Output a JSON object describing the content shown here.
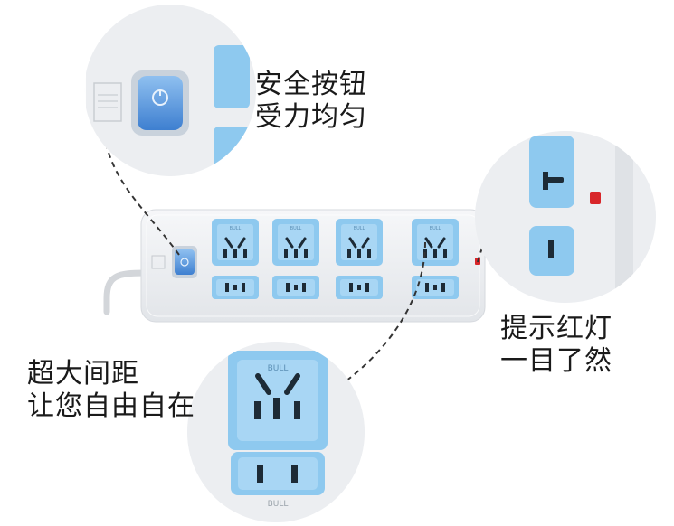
{
  "captions": {
    "safety_button": {
      "line1": "安全按钮",
      "line2": "受力均匀"
    },
    "wide_spacing": {
      "line1": "超大间距",
      "line2": "让您自由自在"
    },
    "indicator_light": {
      "line1": "提示红灯",
      "line2": "一目了然"
    }
  },
  "outlet_label": "BULL",
  "colors": {
    "strip_body": "#eef0f3",
    "outlet_blue": "#8ec9ef",
    "button_blue": "#4c8fd8",
    "indicator_red": "#d8262a"
  },
  "product": {
    "outlet_pairs": 4,
    "sockets_per_pair": 2
  }
}
